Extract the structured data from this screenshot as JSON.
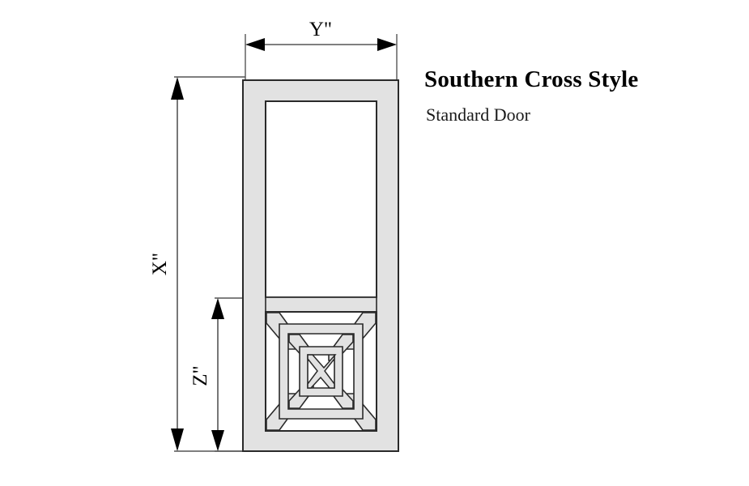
{
  "title": {
    "main": "Southern Cross Style",
    "sub": "Standard Door"
  },
  "dimensions": {
    "height_label": "X\"",
    "width_label": "Y\"",
    "panel_label": "Z\""
  },
  "colors": {
    "frame_fill": "#e2e2e2",
    "frame_stroke": "#2a2a2a",
    "glass_fill": "#ffffff",
    "muntin_fill": "#e2e2e2",
    "dimension_line": "#555555",
    "arrow_fill": "#000000",
    "text": "#000000"
  },
  "icons": {
    "door": "door-elevation-icon",
    "cross": "southern-cross-panel-icon"
  }
}
